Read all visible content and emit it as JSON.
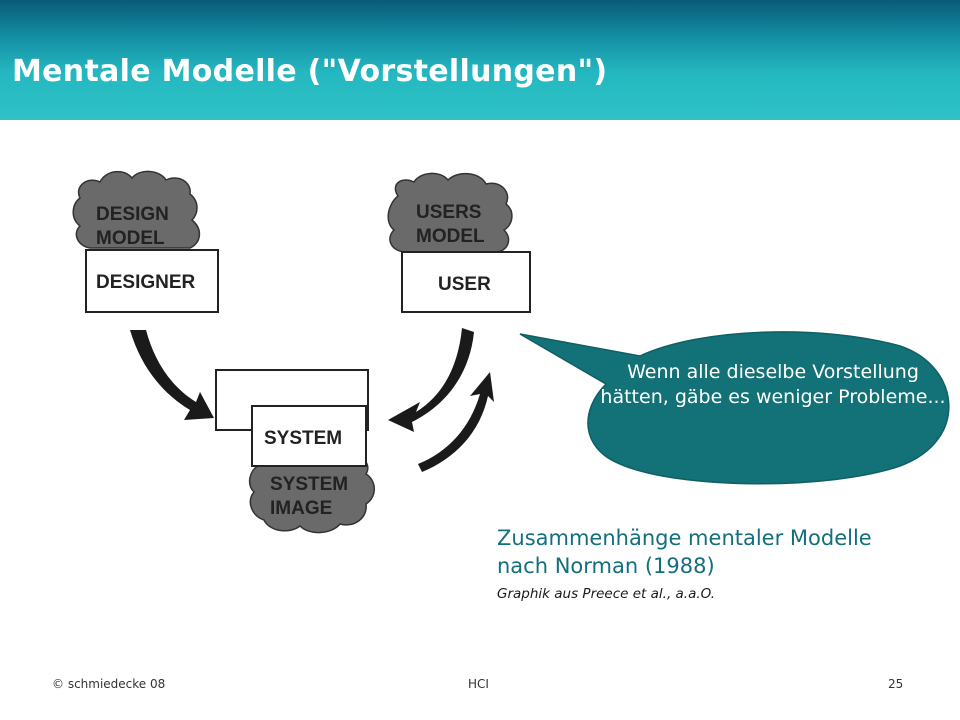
{
  "slide": {
    "title": "Mentale Modelle (\"Vorstellungen\")"
  },
  "diagram": {
    "designer_label": "DESIGNER",
    "design_model_line1": "DESIGN",
    "design_model_line2": "MODEL",
    "user_label": "USER",
    "users_model_line1": "USERS",
    "users_model_line2": "MODEL",
    "system_label": "SYSTEM",
    "system_image_line1": "SYSTEM",
    "system_image_line2": "IMAGE"
  },
  "speech_bubble": {
    "text": "Wenn alle dieselbe Vorstellung hätten, gäbe es weniger Probleme...",
    "color": "#137277"
  },
  "caption": {
    "line1": "Zusammenhänge mentaler Modelle",
    "line2": "nach Norman (1988)",
    "source": "Graphik aus Preece et al., a.a.O."
  },
  "footer": {
    "left": "© schmiedecke 08",
    "center": "HCI",
    "right": "25"
  },
  "colors": {
    "header_top": "#0a5a78",
    "header_bottom": "#2ec3c7",
    "caption": "#136f7c"
  }
}
